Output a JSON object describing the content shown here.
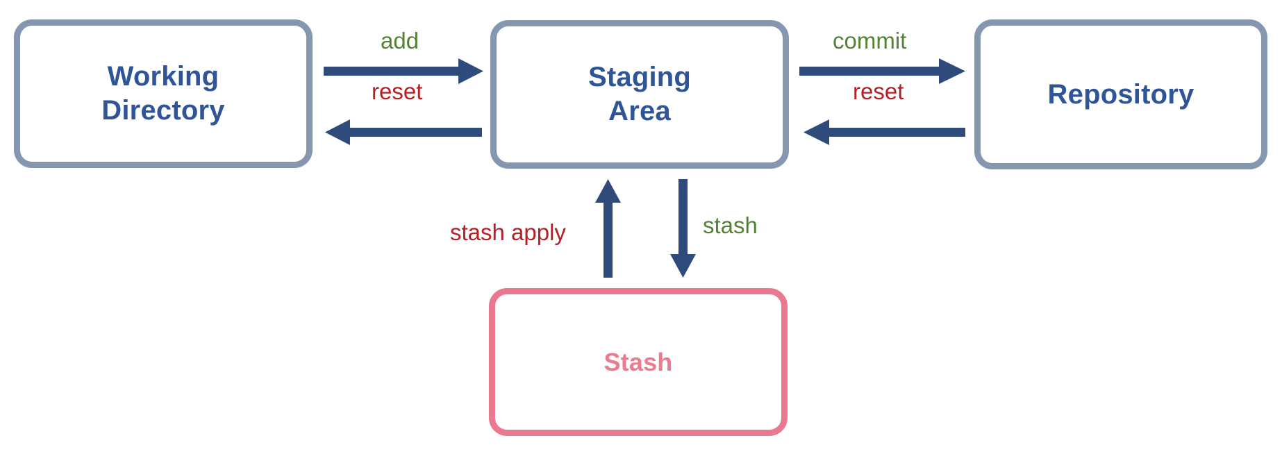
{
  "diagram": {
    "title": "Git Working Directory / Staging Area / Repository / Stash flow",
    "background": "#ffffff",
    "colors": {
      "node_border_blue": "#8496B0",
      "node_text_blue": "#2F5597",
      "node_border_pink": "#E8798F",
      "node_text_pink": "#EC7C8D",
      "arrow": "#2E4B7C",
      "label_green": "#548235",
      "label_red": "#B42025"
    }
  },
  "nodes": {
    "working_directory": {
      "label": "Working\nDirectory",
      "line1": "Working",
      "line2": "Directory"
    },
    "staging_area": {
      "label": "Staging\nArea",
      "line1": "Staging",
      "line2": "Area"
    },
    "repository": {
      "label": "Repository"
    },
    "stash": {
      "label": "Stash"
    }
  },
  "edges": [
    {
      "id": "add",
      "label": "add",
      "from": "working_directory",
      "to": "staging_area",
      "direction": "right",
      "color_role": "green"
    },
    {
      "id": "reset-left",
      "label": "reset",
      "from": "staging_area",
      "to": "working_directory",
      "direction": "left",
      "color_role": "red"
    },
    {
      "id": "commit",
      "label": "commit",
      "from": "staging_area",
      "to": "repository",
      "direction": "right",
      "color_role": "green"
    },
    {
      "id": "reset-right",
      "label": "reset",
      "from": "repository",
      "to": "staging_area",
      "direction": "left",
      "color_role": "red"
    },
    {
      "id": "stash-apply",
      "label": "stash apply",
      "from": "stash",
      "to": "staging_area",
      "direction": "up",
      "color_role": "red"
    },
    {
      "id": "stash",
      "label": "stash",
      "from": "staging_area",
      "to": "stash",
      "direction": "down",
      "color_role": "green"
    }
  ]
}
